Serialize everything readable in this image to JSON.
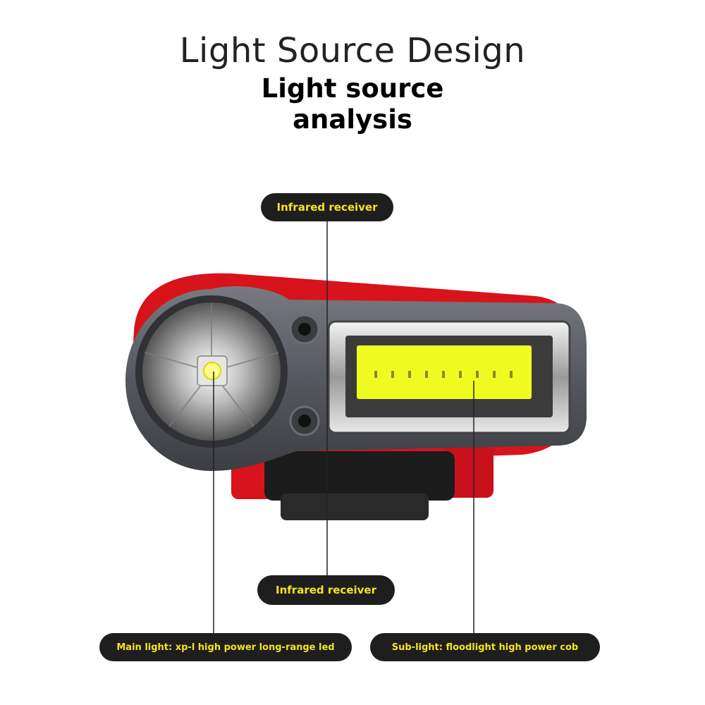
{
  "header": {
    "title": "Light Source Design",
    "subtitle_line1": "Light source",
    "subtitle_line2": "analysis"
  },
  "callouts": {
    "top_receiver": "Infrared receiver",
    "bottom_receiver": "Infrared receiver",
    "main_light": "Main light: xp-l high power long-range led",
    "sub_light": "Sub-light: floodlight high power cob"
  },
  "colors": {
    "pill_background": "#1e1e1e",
    "pill_text": "#f7e31e",
    "housing_red": "#d8131b",
    "housing_gray": "#5a5d63",
    "cob_yellow": "#f0fb21"
  }
}
